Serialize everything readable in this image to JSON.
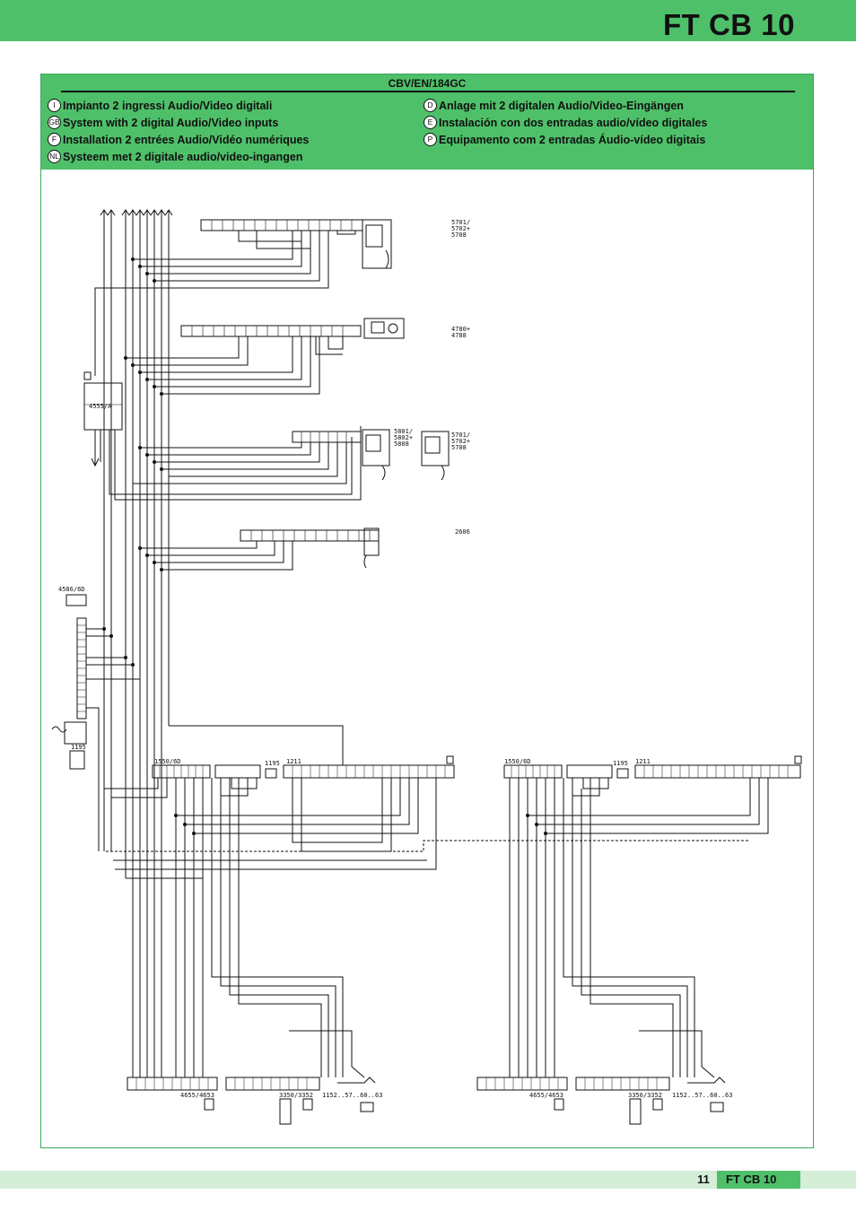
{
  "header": {
    "title": "FT CB 10"
  },
  "panel": {
    "code": "CBV/EN/184GC",
    "languages": [
      {
        "badge": "I",
        "text": "Impianto 2 ingressi Audio/Video digitali"
      },
      {
        "badge": "GB",
        "text": "System with 2 digital Audio/Video inputs"
      },
      {
        "badge": "F",
        "text": "Installation 2 entrées Audio/Vidéo numériques"
      },
      {
        "badge": "NL",
        "text": "Systeem met 2 digitale audio/video-ingangen"
      },
      {
        "badge": "D",
        "text": "Anlage mit 2 digitalen Audio/Video-Eingängen"
      },
      {
        "badge": "E",
        "text": "Instalación con dos entradas audio/vídeo digitales"
      },
      {
        "badge": "P",
        "text": "Equipamento com 2 entradas Áudio-vídeo digitais"
      }
    ]
  },
  "diagram": {
    "labels": {
      "monitor_a": "5701/",
      "monitor_a2": "5702+",
      "monitor_a3": "5708",
      "handsfree_a": "4780+",
      "handsfree_a2": "4788",
      "monitor_b": "5801/",
      "monitor_b2": "5802+",
      "monitor_b3": "5808",
      "monitor_c": "5701/",
      "monitor_c2": "5702+",
      "monitor_c3": "5708",
      "handset": "2606",
      "distributor": "4555/A",
      "supply": "4586/6D",
      "transformer": "1195",
      "left_panel": "1550/6D",
      "left_tr": "1195",
      "left_relay": "1211",
      "left_module_a": "4655/4653",
      "left_module_b": "3350/3352",
      "left_module_c": "1152..57..60..63",
      "right_panel": "1550/6D",
      "right_tr": "1195",
      "right_relay": "1211",
      "right_module_a": "4655/4653",
      "right_module_b": "3350/3352",
      "right_module_c": "1152..57..60..63"
    }
  },
  "footer": {
    "page": "11",
    "title": "FT CB 10"
  }
}
